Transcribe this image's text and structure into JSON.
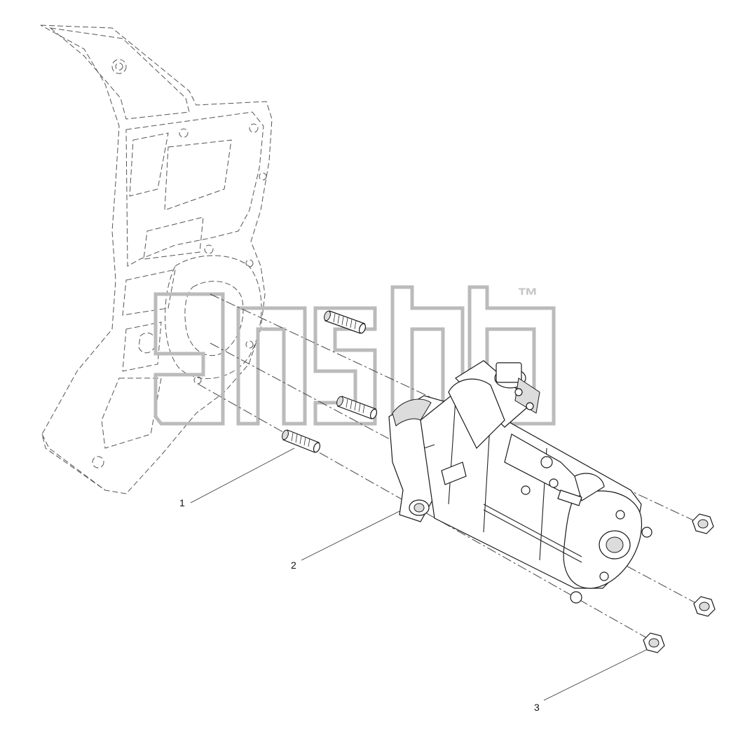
{
  "diagram": {
    "callouts": [
      {
        "id": 1,
        "label": "1"
      },
      {
        "id": 2,
        "label": "2"
      },
      {
        "id": 3,
        "label": "3"
      }
    ],
    "watermark": {
      "mark": "™"
    }
  },
  "colors": {
    "line": "#222222",
    "watermark": "#bbbbbb",
    "background": "#ffffff"
  }
}
